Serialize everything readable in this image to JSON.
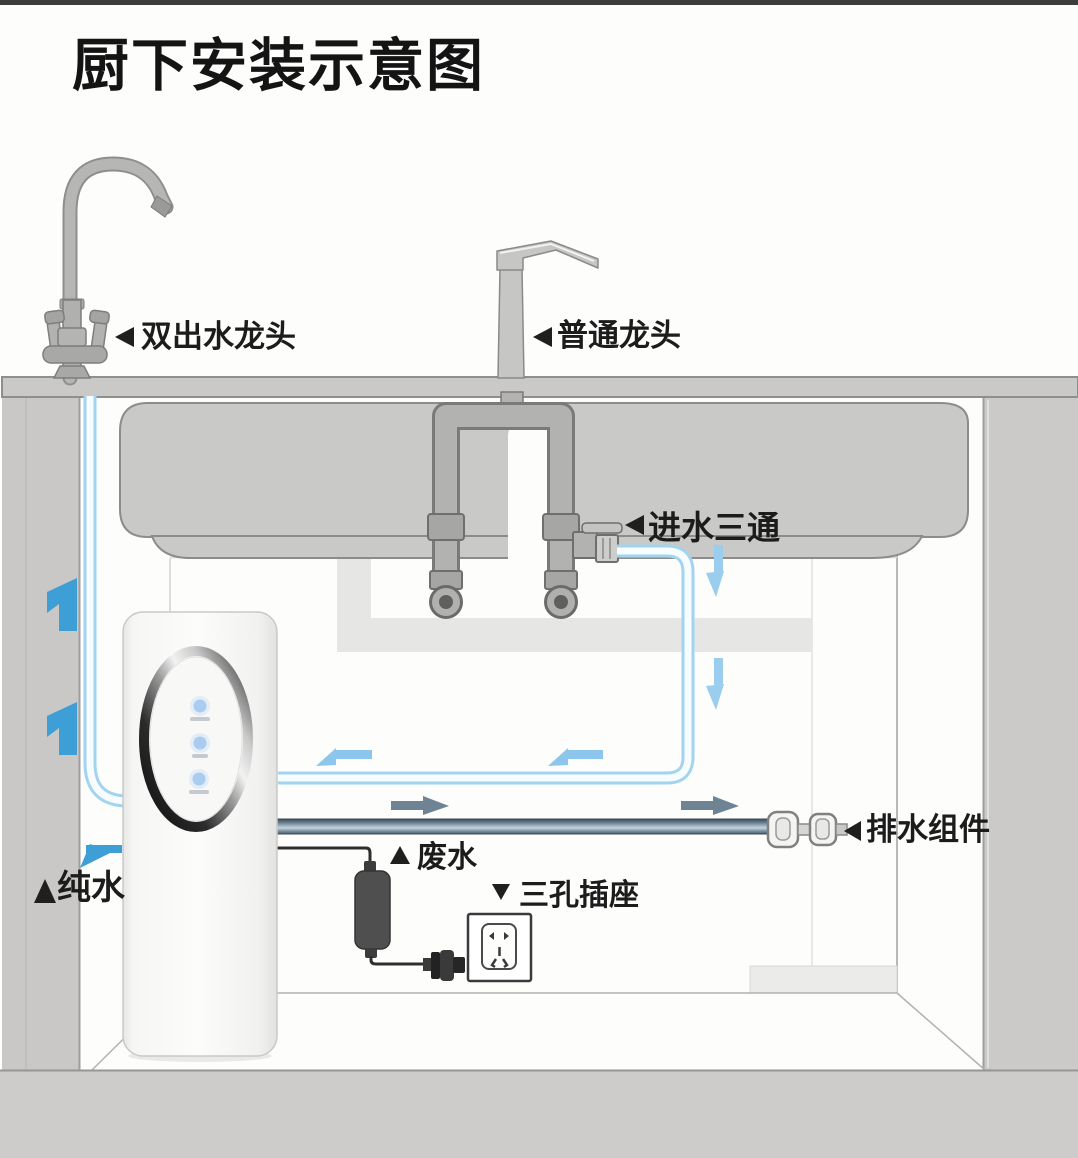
{
  "title": "厨下安装示意图",
  "labels": {
    "dual_faucet": "双出水龙头",
    "regular_faucet": "普通龙头",
    "inlet_tee": "进水三通",
    "drain_assembly": "排水组件",
    "waste_water": "废水",
    "three_hole_socket": "三孔插座",
    "pure_water": "纯水"
  },
  "colors": {
    "flow_arrow_strong": "#3e9ed6",
    "flow_arrow_light": "#8cc6ec",
    "flow_arrow_down": "#9bcdef",
    "drain_arrow": "#6e8494",
    "tube_outline": "#a2d4f0",
    "led": "#a9ccf0",
    "counter_gray": "#cac9c7",
    "label_pointer": "#1f1f1f"
  }
}
